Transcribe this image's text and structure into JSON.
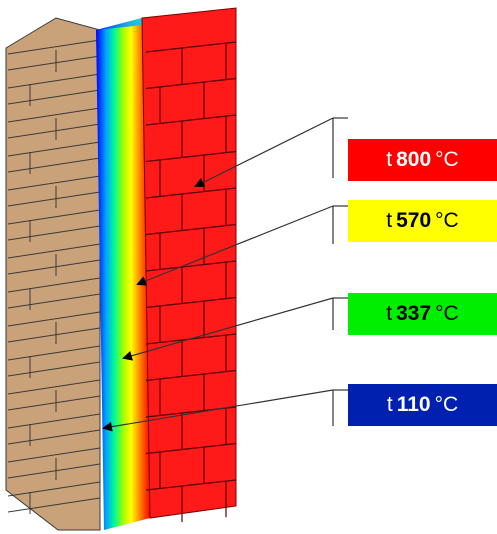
{
  "labels": [
    {
      "prefix": "t",
      "value": "800",
      "unit": "°C",
      "bg": "#ff0000",
      "color": "#ffffff"
    },
    {
      "prefix": "t",
      "value": "570",
      "unit": "°C",
      "bg": "#ffff00",
      "color": "#000000"
    },
    {
      "prefix": "t",
      "value": "337",
      "unit": "°C",
      "bg": "#00ee00",
      "color": "#000000"
    },
    {
      "prefix": "t",
      "value": "110",
      "unit": "°C",
      "bg": "#0020b0",
      "color": "#ffffff"
    }
  ],
  "colors": {
    "hot": "#ff0000",
    "gradient": [
      "#0000ff",
      "#00b4ff",
      "#00ff80",
      "#b4ff00",
      "#ffff00",
      "#ff8000",
      "#ff0000"
    ],
    "brick": "#c19a6b",
    "mortar": "#3a3a3a"
  }
}
